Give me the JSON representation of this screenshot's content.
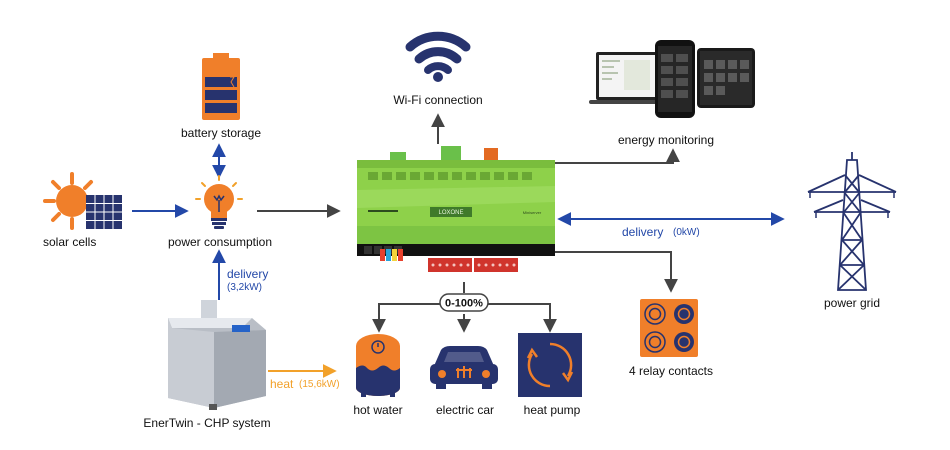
{
  "labels": {
    "solar_cells": "solar cells",
    "battery_storage": "battery storage",
    "power_consumption": "power consumption",
    "wifi": "Wi-Fi connection",
    "energy_monitoring": "energy monitoring",
    "power_grid": "power grid",
    "relay_contacts": "4 relay contacts",
    "chp_system": "EnerTwin - CHP system",
    "hot_water": "hot water",
    "electric_car": "electric car",
    "heat_pump": "heat pump",
    "dimmer_range": "0-100%"
  },
  "flows": {
    "chp_delivery_label": "delivery",
    "chp_delivery_value": "(3,2kW)",
    "grid_delivery_label": "delivery",
    "grid_delivery_value": "(0kW)",
    "heat_label": "heat",
    "heat_value": "(15,6kW)"
  },
  "device": {
    "brand": "LOXONE",
    "model": "Miniserver"
  },
  "colors": {
    "orange": "#f07f2a",
    "navy": "#27336e",
    "blue_arrow": "#2348a8",
    "heat_arrow": "#f2a12a",
    "device_green": "#8ed14a"
  },
  "icons": [
    "sun-solar-icon",
    "battery-icon",
    "bulb-icon",
    "wifi-icon",
    "devices-icon",
    "pylon-icon",
    "relay-icon",
    "chp-unit-icon",
    "boiler-icon",
    "car-icon",
    "heatpump-icon"
  ]
}
